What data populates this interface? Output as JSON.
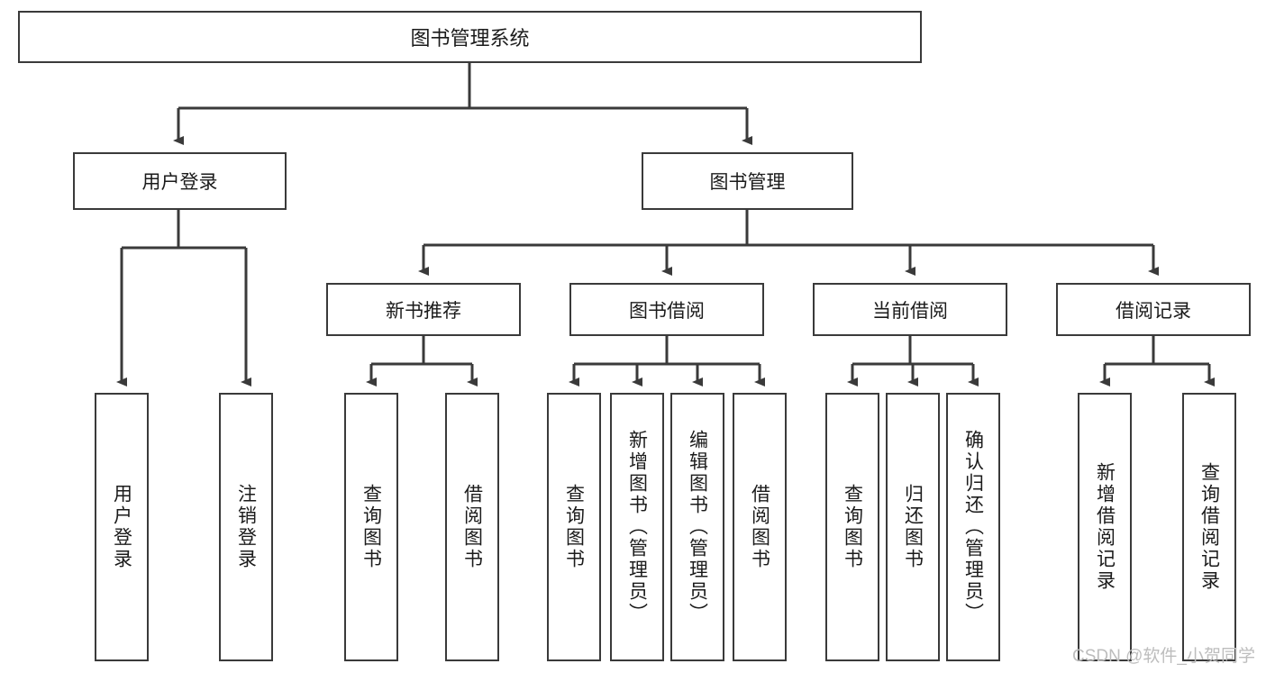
{
  "diagram": {
    "title": "图书管理系统",
    "root": {
      "label": "图书管理系统"
    },
    "level2": [
      {
        "label": "用户登录"
      },
      {
        "label": "图书管理"
      }
    ],
    "level3": [
      {
        "label": "新书推荐"
      },
      {
        "label": "图书借阅"
      },
      {
        "label": "当前借阅"
      },
      {
        "label": "借阅记录"
      }
    ],
    "leaves": {
      "user_login": [
        {
          "label": "用户登录"
        },
        {
          "label": "注销登录"
        }
      ],
      "new_book_recommend": [
        {
          "label": "查询图书"
        },
        {
          "label": "借阅图书"
        }
      ],
      "book_borrow": [
        {
          "label": "查询图书"
        },
        {
          "label": "新增图书（管理员）"
        },
        {
          "label": "编辑图书（管理员）"
        },
        {
          "label": "借阅图书"
        }
      ],
      "current_borrow": [
        {
          "label": "查询图书"
        },
        {
          "label": "归还图书"
        },
        {
          "label": "确认归还（管理员）"
        }
      ],
      "borrow_record": [
        {
          "label": "新增借阅记录"
        },
        {
          "label": "查询借阅记录"
        }
      ]
    },
    "watermark": "CSDN @软件_小贺同学",
    "colors": {
      "stroke": "#3a3a3a",
      "text": "#1b1b1b",
      "background": "#ffffff",
      "watermark": "#bdbdbd"
    }
  }
}
